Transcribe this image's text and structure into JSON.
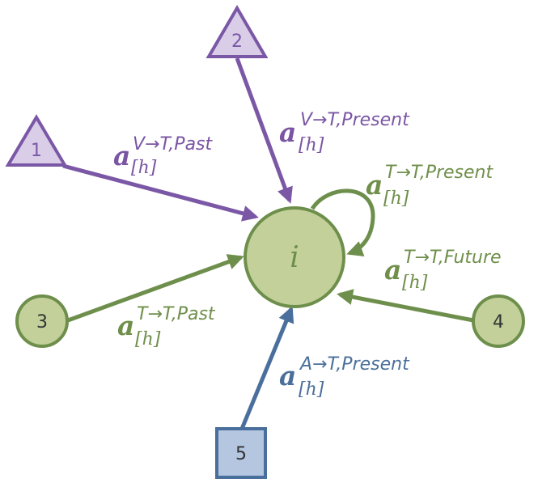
{
  "colors": {
    "purple_stroke": "#7b58a6",
    "purple_fill": "#d9cde8",
    "green_stroke": "#6e8f4c",
    "green_fill": "#c3d09a",
    "blue_stroke": "#4a6f9c",
    "blue_fill": "#b4c6e0",
    "label_purple": "#7a55a3",
    "label_green": "#6f8f4b",
    "label_blue": "#4b6f9b"
  },
  "center_node": {
    "label": "i",
    "shape": "circle"
  },
  "nodes": [
    {
      "id": "1",
      "label": "1",
      "shape": "triangle",
      "color": "purple"
    },
    {
      "id": "2",
      "label": "2",
      "shape": "triangle",
      "color": "purple"
    },
    {
      "id": "3",
      "label": "3",
      "shape": "circle",
      "color": "green"
    },
    {
      "id": "4",
      "label": "4",
      "shape": "circle",
      "color": "green"
    },
    {
      "id": "5",
      "label": "5",
      "shape": "square",
      "color": "blue"
    }
  ],
  "edges": [
    {
      "from": "1",
      "to": "i",
      "main": "a",
      "sup": "V→T,Past",
      "sub": "[h]",
      "color": "purple"
    },
    {
      "from": "2",
      "to": "i",
      "main": "a",
      "sup": "V→T,Present",
      "sub": "[h]",
      "color": "purple"
    },
    {
      "from": "i",
      "to": "i",
      "main": "a",
      "sup": "T→T,Present",
      "sub": "[h]",
      "color": "green"
    },
    {
      "from": "4",
      "to": "i",
      "main": "a",
      "sup": "T→T,Future",
      "sub": "[h]",
      "color": "green"
    },
    {
      "from": "3",
      "to": "i",
      "main": "a",
      "sup": "T→T,Past",
      "sub": "[h]",
      "color": "green"
    },
    {
      "from": "5",
      "to": "i",
      "main": "a",
      "sup": "A→T,Present",
      "sub": "[h]",
      "color": "blue"
    }
  ]
}
